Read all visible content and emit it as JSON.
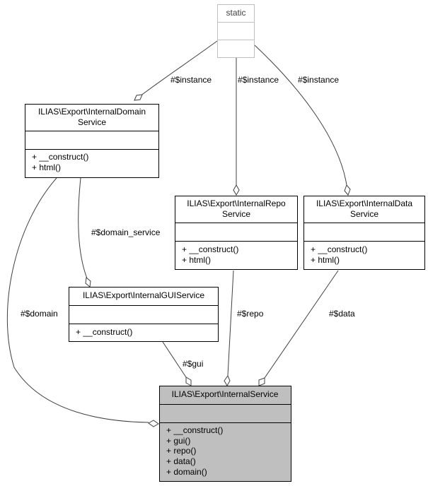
{
  "nodes": {
    "static": {
      "title": "static"
    },
    "internal_domain_service": {
      "title_lines": [
        "ILIAS\\Export\\InternalDomain",
        "Service"
      ],
      "methods": [
        "+ __construct()",
        "+ html()"
      ]
    },
    "internal_repo_service": {
      "title_lines": [
        "ILIAS\\Export\\InternalRepo",
        "Service"
      ],
      "methods": [
        "+ __construct()",
        "+ html()"
      ]
    },
    "internal_data_service": {
      "title_lines": [
        "ILIAS\\Export\\InternalData",
        "Service"
      ],
      "methods": [
        "+ __construct()",
        "+ html()"
      ]
    },
    "internal_gui_service": {
      "title": "ILIAS\\Export\\InternalGUIService",
      "methods": [
        "+ __construct()"
      ]
    },
    "internal_service": {
      "title": "ILIAS\\Export\\InternalService",
      "methods": [
        "+ __construct()",
        "+ gui()",
        "+ repo()",
        "+ data()",
        "+ domain()"
      ]
    }
  },
  "edges": {
    "static_to_domain": "#$instance",
    "static_to_repo": "#$instance",
    "static_to_data": "#$instance",
    "domain_to_gui": "#$domain_service",
    "domain_to_service": "#$domain",
    "repo_to_service": "#$repo",
    "data_to_service": "#$data",
    "gui_to_service": "#$gui"
  },
  "colors": {
    "highlight_fill": "#bfbfbf",
    "edge": "#404040",
    "static_border": "#bfbfbf"
  }
}
